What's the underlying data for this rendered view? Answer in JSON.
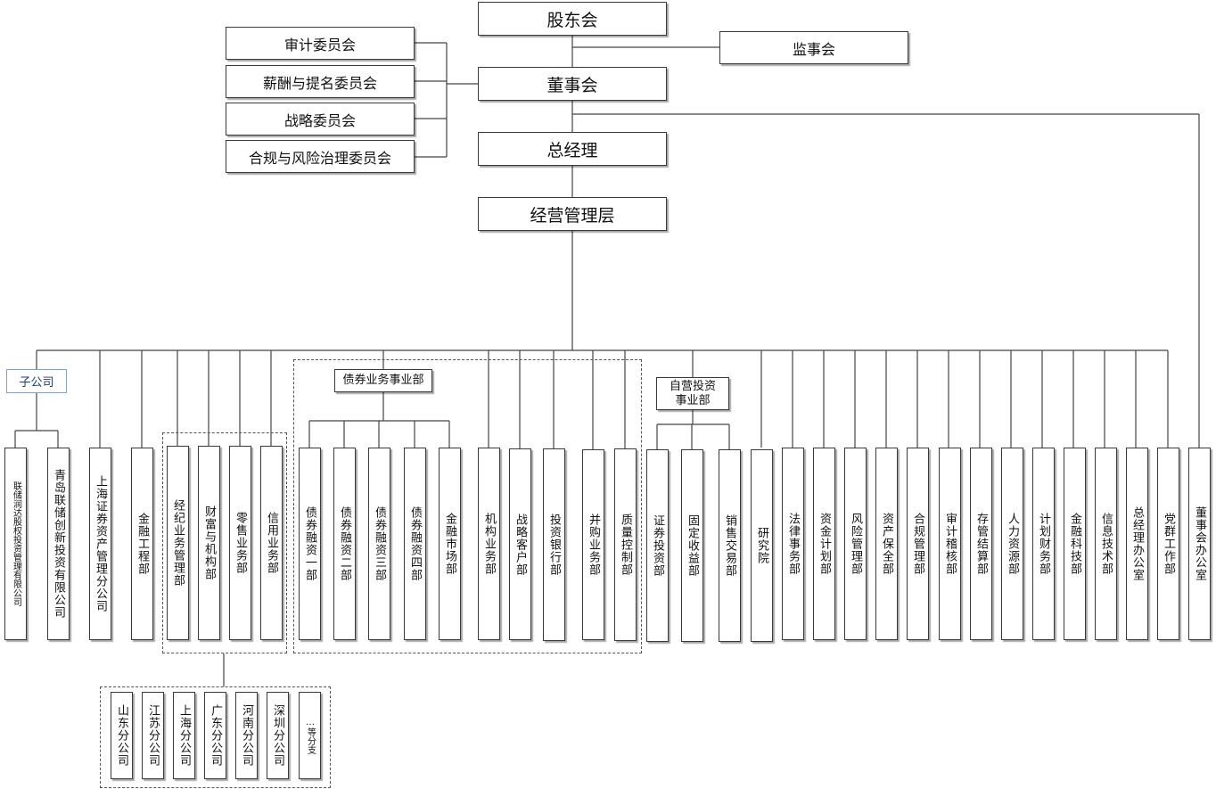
{
  "top": {
    "shareholders": "股东会",
    "supervisors": "监事会",
    "board": "董事会",
    "gm": "总经理",
    "mgmt": "经营管理层"
  },
  "committees": [
    "审计委员会",
    "薪酬与提名委员会",
    "战略委员会",
    "合规与风险治理委员会"
  ],
  "groups": {
    "subsidiary": "子公司",
    "bond": "债券业务事业部",
    "prop_line1": "自营投资",
    "prop_line2": "事业部"
  },
  "subsidiaries": [
    "联储润达股权投资管理有限公司",
    "青岛联储创新投资有限公司"
  ],
  "left_depts": [
    "上海证券资产管理分公司",
    "金融工程部"
  ],
  "brokerage_group": [
    "经纪业务管理部",
    "财富与机构部",
    "零售业务部",
    "信用业务部"
  ],
  "bond_depts": [
    "债券融资一部",
    "债券融资二部",
    "债券融资三部",
    "债券融资四部",
    "金融市场部"
  ],
  "middle_depts": [
    "机构业务部",
    "战略客户部",
    "投资银行部",
    "并购业务部",
    "质量控制部"
  ],
  "prop_depts": [
    "证券投资部",
    "固定收益部",
    "销售交易部"
  ],
  "right_depts": [
    "研究院",
    "法律事务部",
    "资金计划部",
    "风险管理部",
    "资产保全部",
    "合规管理部",
    "审计稽核部",
    "存管结算部",
    "人力资源部",
    "计划财务部",
    "金融科技部",
    "信息技术部",
    "总经理办公室",
    "党群工作部"
  ],
  "board_office": "董事会办公室",
  "branches": [
    "山东分公司",
    "江苏分公司",
    "上海分公司",
    "广东分公司",
    "河南分公司",
    "深圳分公司",
    "…等分支"
  ]
}
